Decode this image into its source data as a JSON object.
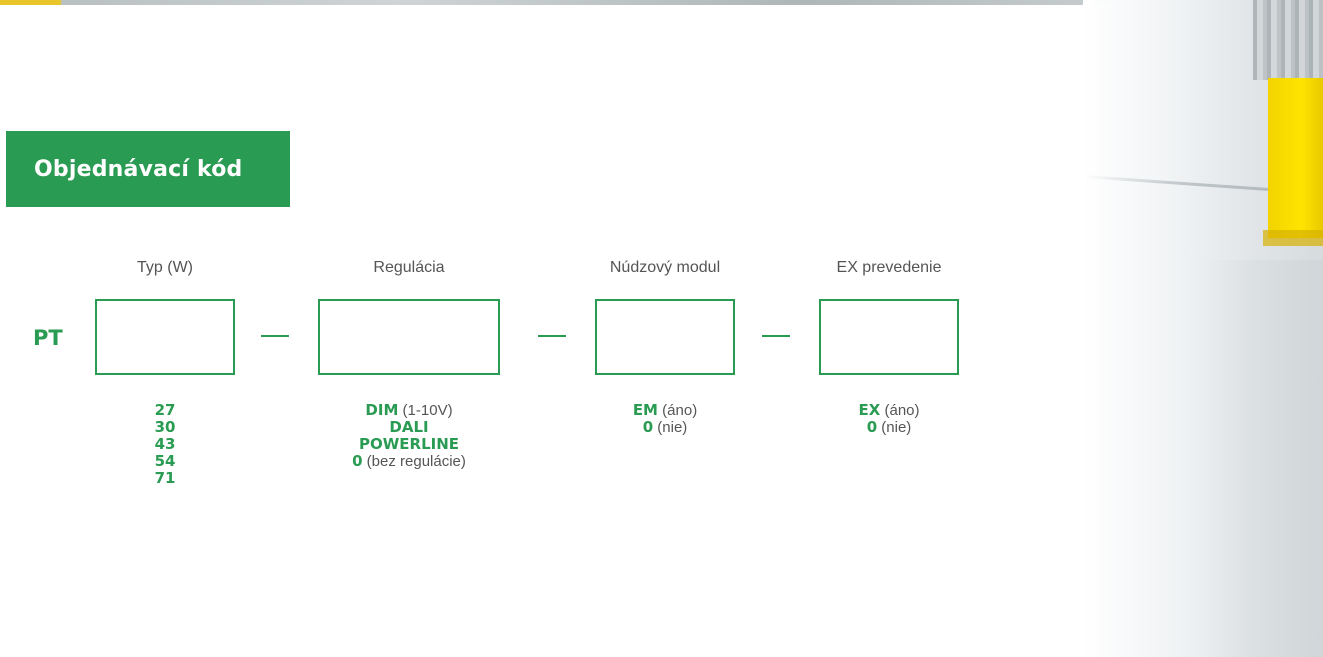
{
  "title": "Objednávací kód",
  "prefix": "PT",
  "columns": [
    {
      "label": "Typ (W)",
      "options": [
        {
          "code": "27",
          "note": ""
        },
        {
          "code": "30",
          "note": ""
        },
        {
          "code": "43",
          "note": ""
        },
        {
          "code": "54",
          "note": ""
        },
        {
          "code": "71",
          "note": ""
        }
      ]
    },
    {
      "label": "Regulácia",
      "options": [
        {
          "code": "DIM",
          "note": " (1-10V)"
        },
        {
          "code": "DALI",
          "note": ""
        },
        {
          "code": "POWERLINE",
          "note": ""
        },
        {
          "code": "0",
          "note": " (bez regulácie)"
        }
      ]
    },
    {
      "label": "Núdzový modul",
      "options": [
        {
          "code": "EM",
          "note": " (áno)"
        },
        {
          "code": "0",
          "note": " (nie)"
        }
      ]
    },
    {
      "label": "EX prevedenie",
      "options": [
        {
          "code": "EX",
          "note": " (áno)"
        },
        {
          "code": "0",
          "note": " (nie)"
        }
      ]
    }
  ],
  "colors": {
    "accent": "#2a9b52",
    "text": "#555555"
  }
}
